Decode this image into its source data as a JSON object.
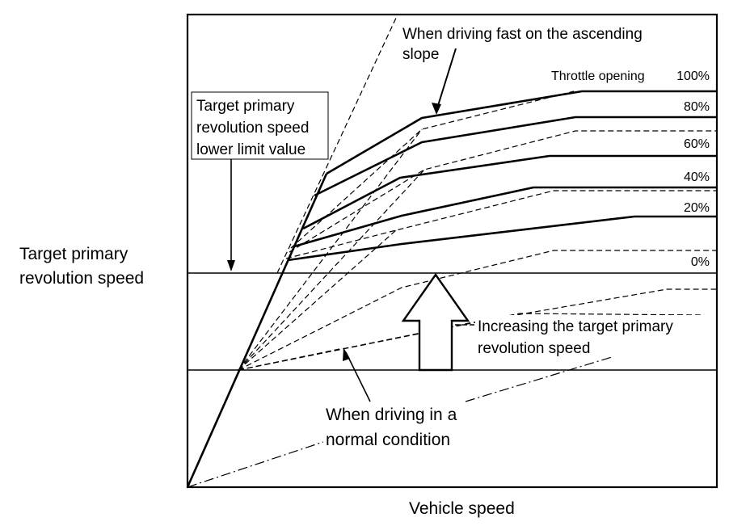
{
  "axes": {
    "y_label_line1": "Target primary",
    "y_label_line2": "revolution speed",
    "x_label": "Vehicle speed"
  },
  "annotations": {
    "ascending_line1": "When driving fast on the ascending",
    "ascending_line2": "slope",
    "lower_limit_line1": "Target primary",
    "lower_limit_line2": "revolution speed",
    "lower_limit_line3": "lower limit value",
    "increasing_line1": "Increasing the target primary",
    "increasing_line2": "revolution speed",
    "normal_line1": "When driving in a",
    "normal_line2": "normal condition"
  },
  "throttle": {
    "label": "Throttle opening",
    "levels": [
      "100%",
      "80%",
      "60%",
      "40%",
      "20%",
      "0%"
    ]
  }
}
